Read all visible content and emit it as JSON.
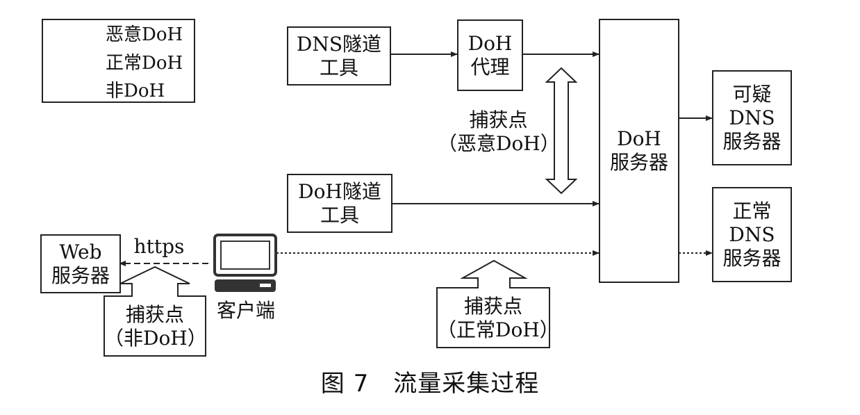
{
  "legend": {
    "items": [
      {
        "label": "恶意DoH",
        "style": "solid"
      },
      {
        "label": "正常DoH",
        "style": "dotted"
      },
      {
        "label": "非DoH",
        "style": "dashed"
      }
    ]
  },
  "nodes": {
    "dns_tunnel": {
      "line1": "DNS隧道",
      "line2": "工具"
    },
    "doh_proxy": {
      "line1": "DoH",
      "line2": "代理"
    },
    "doh_tunnel": {
      "line1": "DoH隧道",
      "line2": "工具"
    },
    "doh_server": {
      "line1": "DoH",
      "line2": "服务器"
    },
    "suspicious_dns": {
      "line1": "可疑",
      "line2": "DNS",
      "line3": "服务器"
    },
    "normal_dns": {
      "line1": "正常",
      "line2": "DNS",
      "line3": "服务器"
    },
    "web_server": {
      "line1": "Web",
      "line2": "服务器"
    },
    "client": {
      "label": "客户端"
    }
  },
  "edge_labels": {
    "https": "https"
  },
  "capture_points": {
    "malicious": {
      "line1": "捕获点",
      "line2": "（恶意DoH）"
    },
    "non_doh": {
      "line1": "捕获点",
      "line2": "（非DoH）"
    },
    "normal": {
      "line1": "捕获点",
      "line2": "（正常DoH）"
    }
  },
  "caption": "图 7　流量采集过程"
}
